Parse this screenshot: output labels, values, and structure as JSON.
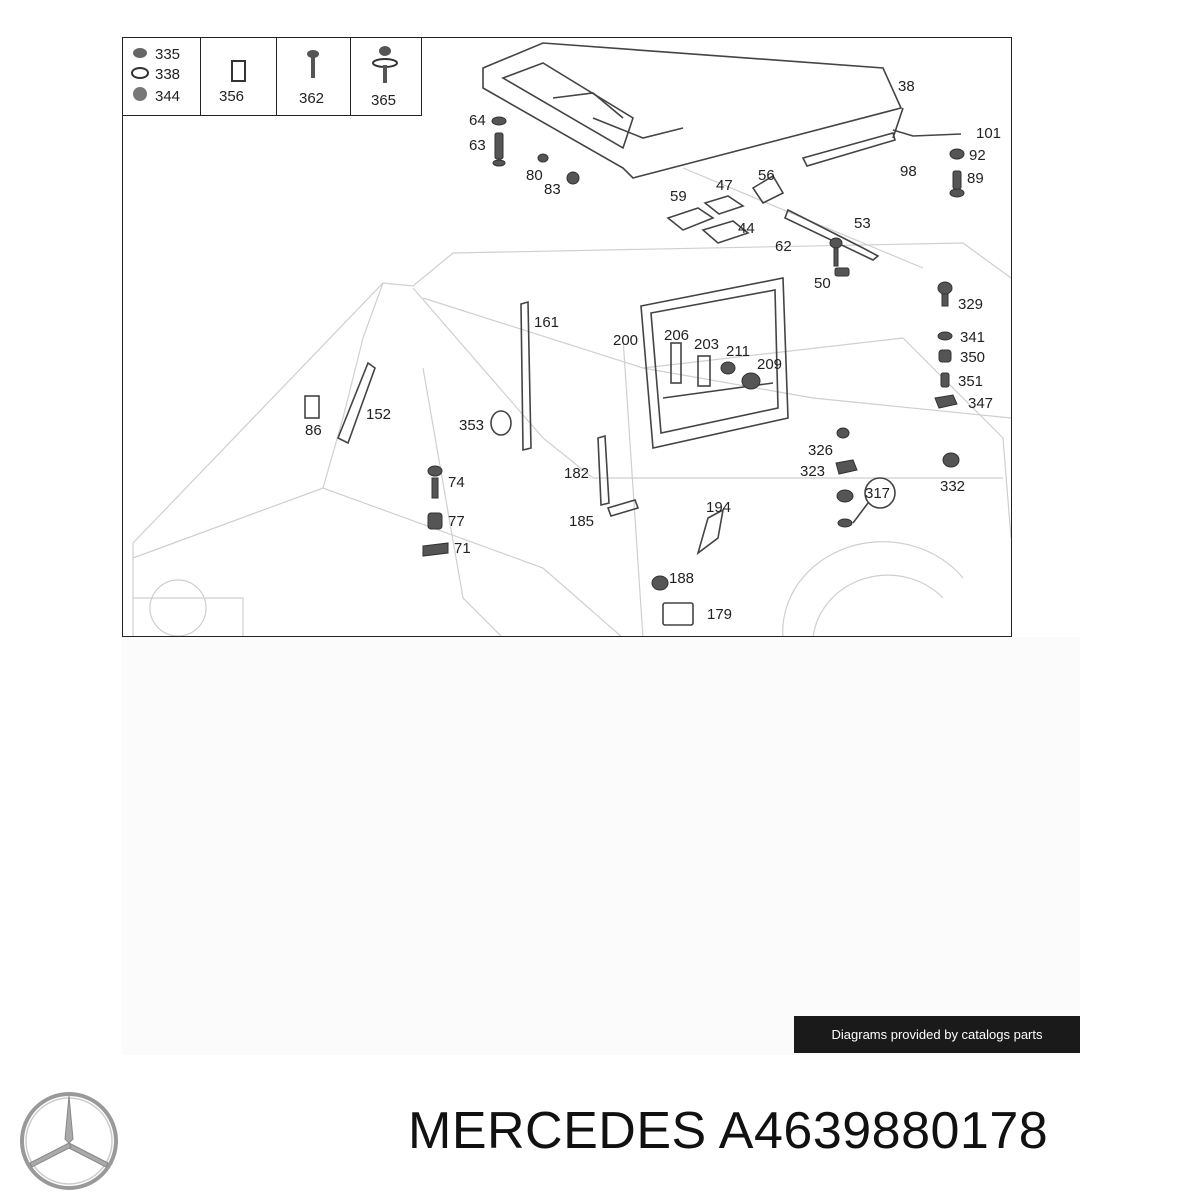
{
  "legend": {
    "cells": [
      {
        "labels": [
          "335",
          "338",
          "344"
        ]
      },
      {
        "labels": [
          "356"
        ]
      },
      {
        "labels": [
          "362"
        ]
      },
      {
        "labels": [
          "365"
        ]
      }
    ]
  },
  "callouts": [
    "38",
    "101",
    "92",
    "89",
    "98",
    "64",
    "63",
    "80",
    "83",
    "59",
    "47",
    "44",
    "56",
    "53",
    "62",
    "50",
    "161",
    "200",
    "206",
    "203",
    "211",
    "209",
    "152",
    "86",
    "353",
    "182",
    "185",
    "329",
    "341",
    "350",
    "351",
    "347",
    "326",
    "323",
    "317",
    "332",
    "74",
    "77",
    "71",
    "194",
    "188",
    "179"
  ],
  "credit": "Diagrams provided by catalogs parts",
  "brand": {
    "name": "MERCEDES",
    "part_number": "A4639880178"
  }
}
